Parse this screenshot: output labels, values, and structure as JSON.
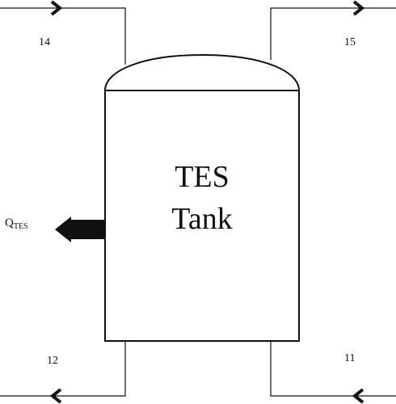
{
  "tank": {
    "title_line1": "TES",
    "title_line2": "Tank"
  },
  "streams": {
    "s14": "14",
    "s15": "15",
    "s12": "12",
    "s11": "11"
  },
  "heat_output": {
    "symbol": "Q",
    "subscript": "TES"
  },
  "colors": {
    "stroke": "#111111",
    "background": "#ffffff"
  }
}
